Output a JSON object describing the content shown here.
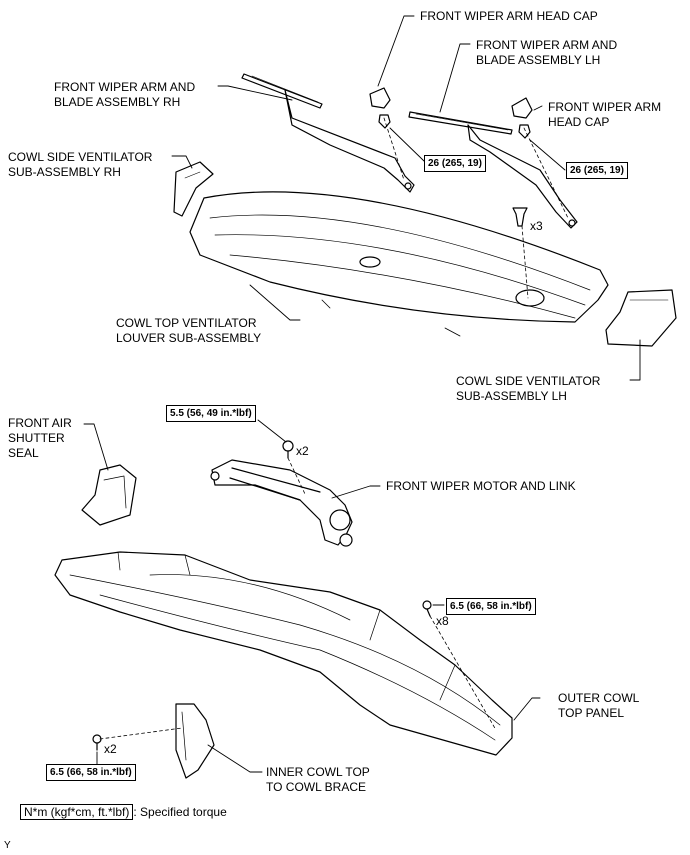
{
  "labels": {
    "wiper_head_cap_top": "FRONT WIPER ARM HEAD CAP",
    "wiper_blade_lh": "FRONT WIPER ARM AND\nBLADE ASSEMBLY LH",
    "wiper_blade_rh": "FRONT WIPER ARM AND\nBLADE ASSEMBLY RH",
    "wiper_head_cap_right": "FRONT WIPER ARM\nHEAD CAP",
    "cowl_side_rh": "COWL SIDE VENTILATOR\nSUB-ASSEMBLY RH",
    "cowl_top_louver": "COWL TOP VENTILATOR\nLOUVER SUB-ASSEMBLY",
    "cowl_side_lh": "COWL SIDE VENTILATOR\nSUB-ASSEMBLY LH",
    "front_air_shutter": "FRONT AIR\nSHUTTER\nSEAL",
    "wiper_motor": "FRONT WIPER MOTOR AND LINK",
    "outer_cowl": "OUTER COWL\nTOP PANEL",
    "inner_cowl_brace": "INNER COWL TOP\nTO COWL BRACE"
  },
  "torques": {
    "rh_arm_nut": "26 (265, 19)",
    "lh_arm_nut": "26 (265, 19)",
    "motor_bolt": "5.5 (56, 49 in.*lbf)",
    "outer_cowl_bolt": "6.5 (66, 58 in.*lbf)",
    "brace_bolt": "6.5 (66, 58 in.*lbf)"
  },
  "quantities": {
    "clip": "x3",
    "motor_bolt": "x2",
    "outer_cowl_bolt": "x8",
    "brace_bolt": "x2"
  },
  "legend": {
    "unit": "N*m (kgf*cm, ft.*lbf)",
    "description": ": Specified torque"
  },
  "figure_code": "Y"
}
